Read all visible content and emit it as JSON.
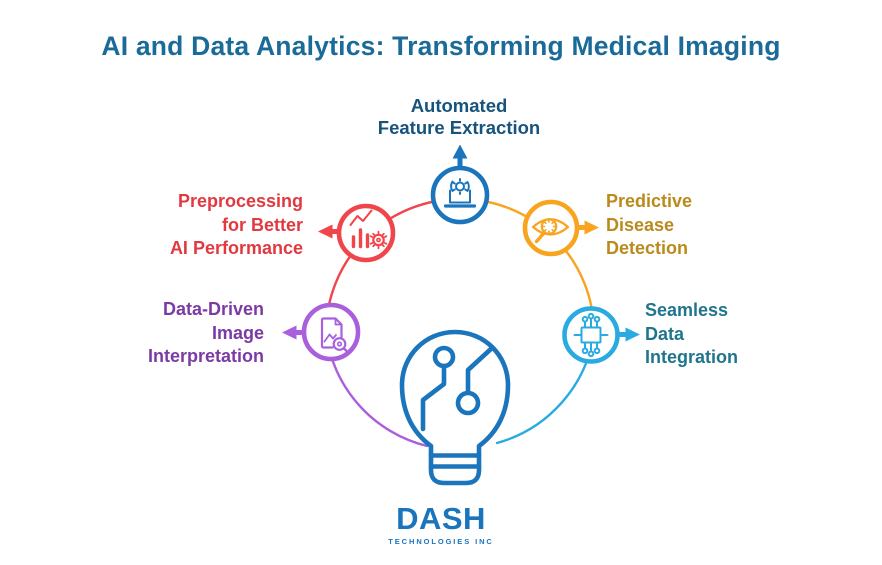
{
  "title": {
    "text": "AI and Data Analytics: Transforming Medical Imaging",
    "color": "#1B6B99"
  },
  "colors": {
    "primary_blue": "#1B75BC",
    "background": "#FFFFFF"
  },
  "center_icon": "lightbulb-circuit-icon",
  "nodes": [
    {
      "id": "automated-feature-extraction",
      "lines": [
        "Automated",
        "Feature Extraction"
      ],
      "circle_color": "#1B75BC",
      "text_color": "#17547D",
      "icon": "laptop-gear-icon",
      "arrow_direction": "up"
    },
    {
      "id": "predictive-disease-detection",
      "lines": [
        "Predictive",
        "Disease",
        "Detection"
      ],
      "circle_color": "#F8A41E",
      "text_color": "#BA8A1C",
      "icon": "eye-magnifier-icon",
      "arrow_direction": "right"
    },
    {
      "id": "seamless-data-integration",
      "lines": [
        "Seamless",
        "Data",
        "Integration"
      ],
      "circle_color": "#29ABE2",
      "text_color": "#20758D",
      "icon": "network-nodes-icon",
      "arrow_direction": "right"
    },
    {
      "id": "data-driven-image-interpretation",
      "lines": [
        "Data-Driven",
        "Image",
        "Interpretation"
      ],
      "circle_color": "#AA5FDC",
      "text_color": "#7C3AA4",
      "icon": "image-magnifier-icon",
      "arrow_direction": "left"
    },
    {
      "id": "preprocessing-for-better-ai-performance",
      "lines": [
        "Preprocessing",
        "for Better",
        "AI Performance"
      ],
      "circle_color": "#EF454B",
      "text_color": "#E23940",
      "icon": "chart-gear-icon",
      "arrow_direction": "left"
    }
  ],
  "logo": {
    "name": "DASH",
    "tagline": "TECHNOLOGIES INC",
    "color": "#1B75BC"
  }
}
